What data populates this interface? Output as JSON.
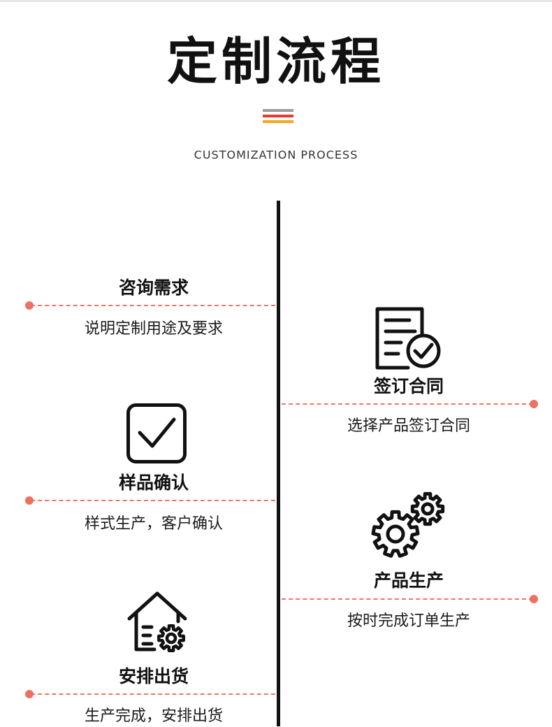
{
  "header": {
    "title": "定制流程",
    "subtitle": "CUSTOMIZATION PROCESS",
    "stripe_colors": [
      "#9b9b9b",
      "#e63a2c",
      "#f4a71a"
    ]
  },
  "colors": {
    "accent": "#ef6f60",
    "axis": "#111111",
    "text": "#1a1a1a"
  },
  "steps": [
    {
      "title": "咨询需求",
      "desc": "说明定制用途及要求",
      "side": "left",
      "icon": "none"
    },
    {
      "title": "签订合同",
      "desc": "选择产品签订合同",
      "side": "right",
      "icon": "contract-check-icon"
    },
    {
      "title": "样品确认",
      "desc": "样式生产，客户确认",
      "side": "left",
      "icon": "checkbox-icon"
    },
    {
      "title": "产品生产",
      "desc": "按时完成订单生产",
      "side": "right",
      "icon": "gears-icon"
    },
    {
      "title": "安排出货",
      "desc": "生产完成，安排出货",
      "side": "left",
      "icon": "warehouse-gear-icon"
    }
  ]
}
